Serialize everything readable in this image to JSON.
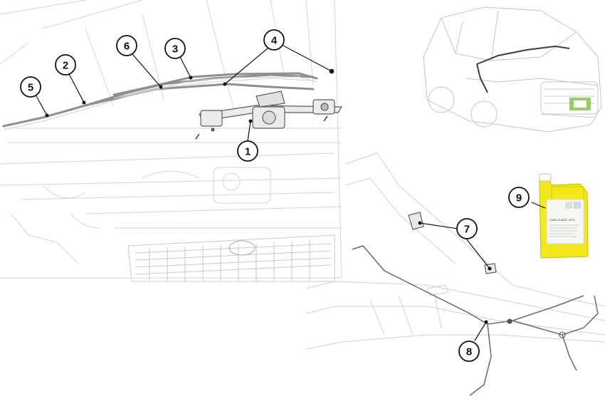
{
  "callouts": [
    {
      "id": "1",
      "label": "1"
    },
    {
      "id": "2",
      "label": "2"
    },
    {
      "id": "3",
      "label": "3"
    },
    {
      "id": "4",
      "label": "4"
    },
    {
      "id": "5",
      "label": "5"
    },
    {
      "id": "6",
      "label": "6"
    },
    {
      "id": "7",
      "label": "7"
    },
    {
      "id": "8",
      "label": "8"
    },
    {
      "id": "9",
      "label": "9"
    }
  ],
  "bottle": {
    "label_title": "LAVE-GLACE -20°C",
    "colors": {
      "liquid": "#f2e81a",
      "cap": "#ffffff",
      "label": "#f7f7f2"
    }
  },
  "colors": {
    "line": "#c9c9c9",
    "line_dark": "#8a8a8a",
    "callout_stroke": "#111111",
    "accent_green": "#7cc242"
  }
}
